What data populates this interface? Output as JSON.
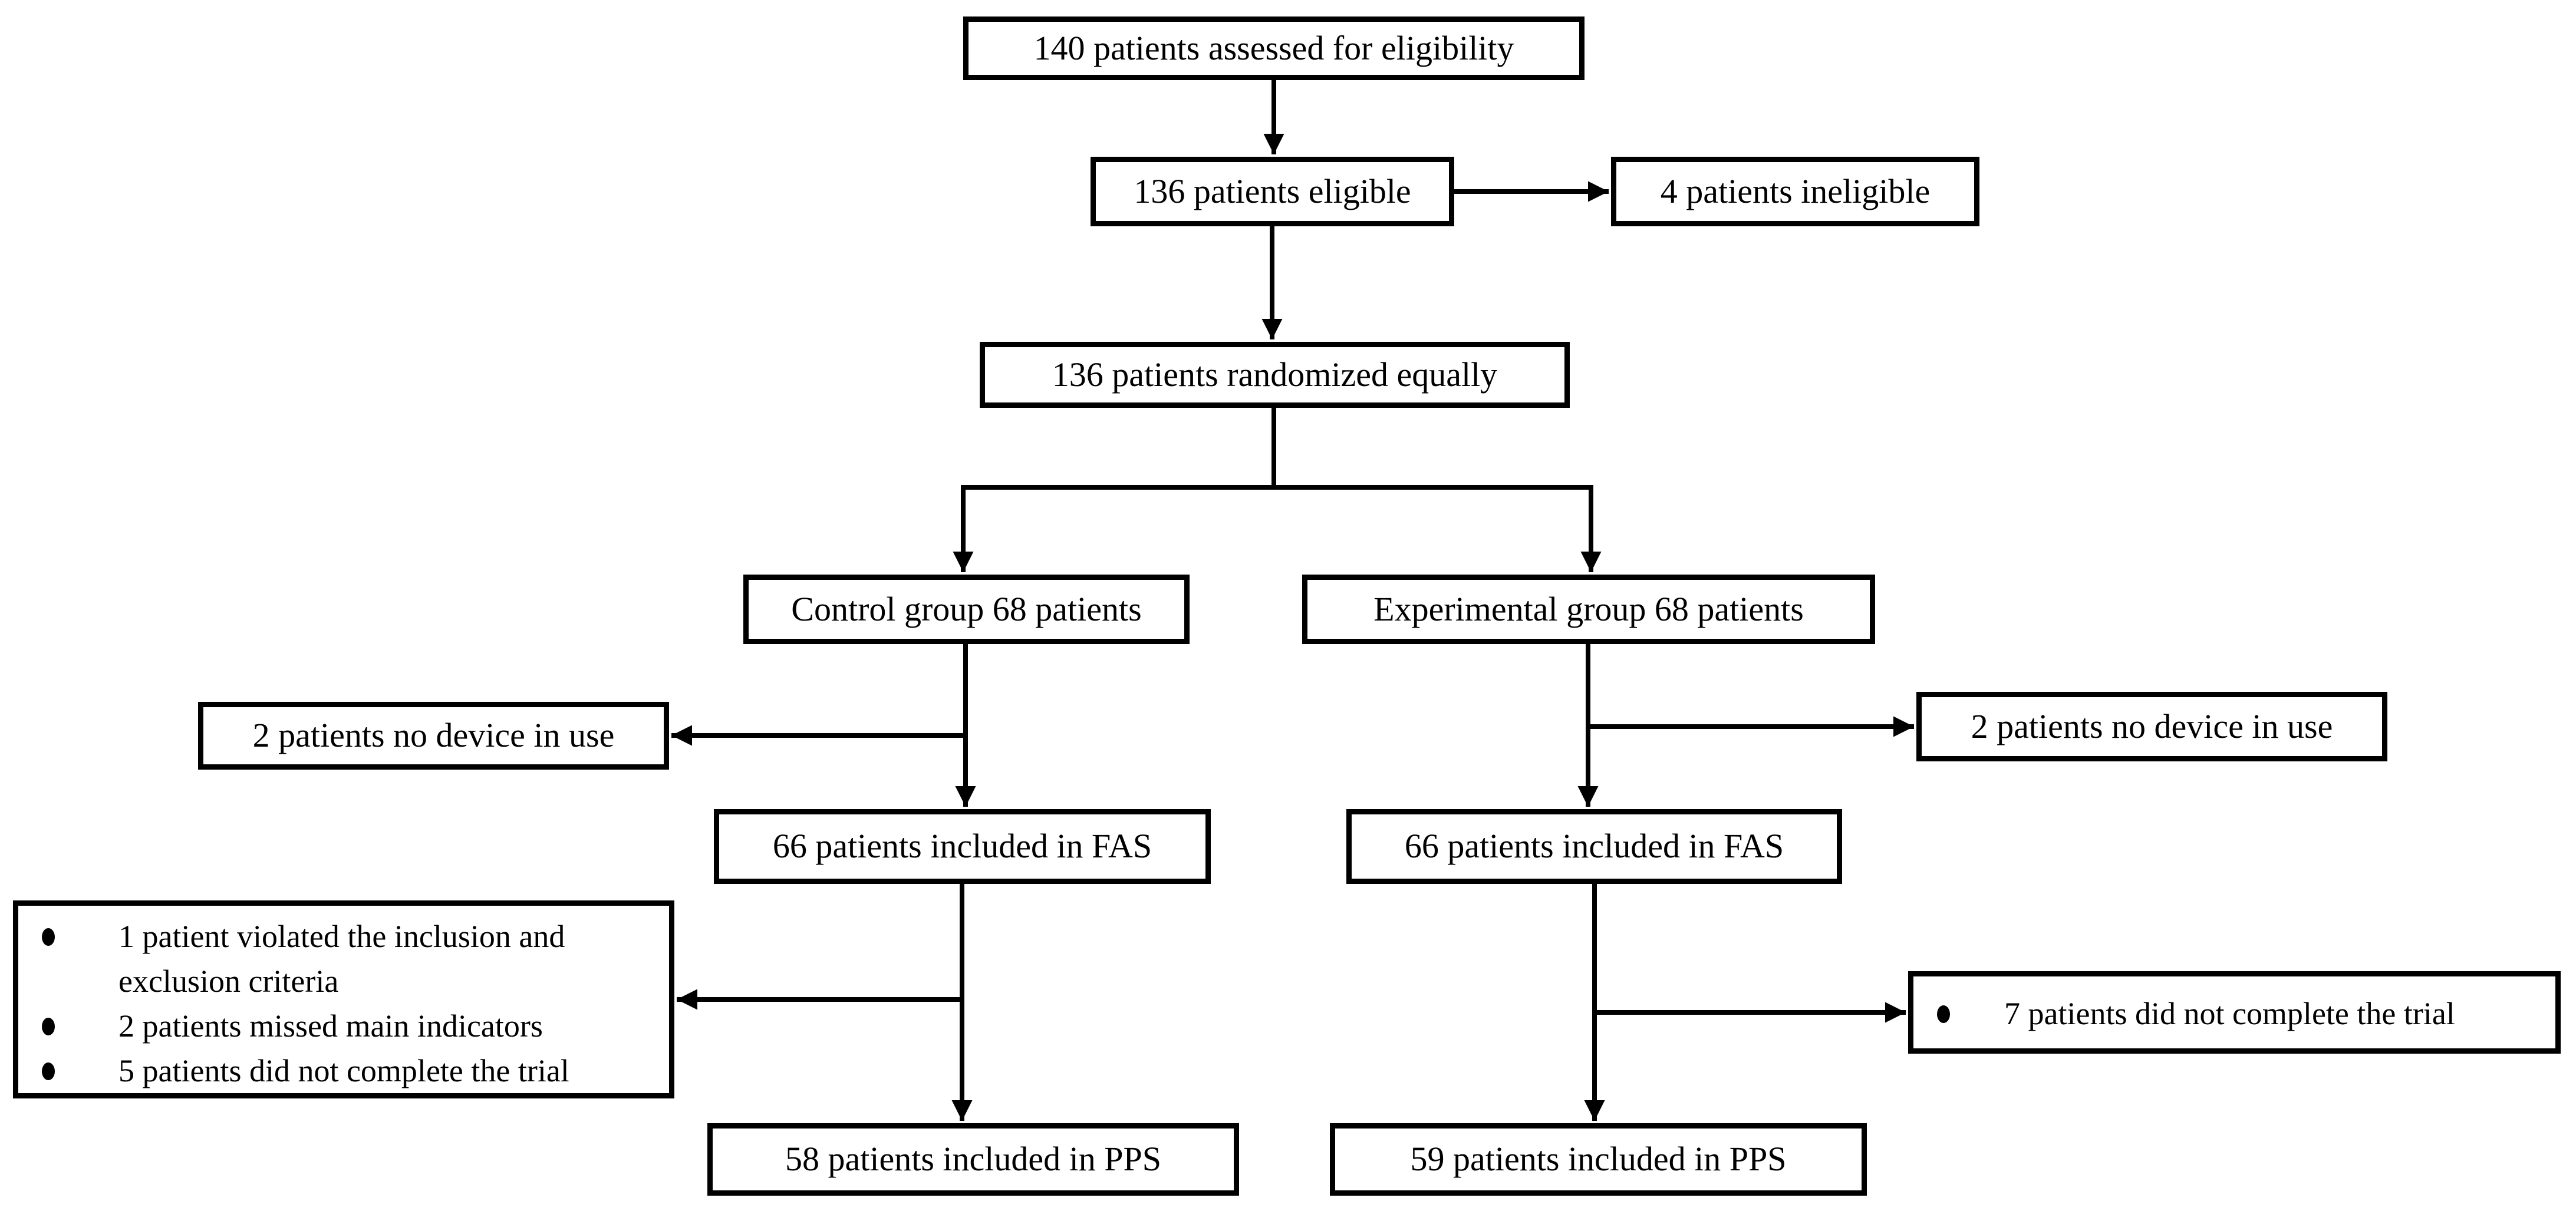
{
  "diagram": {
    "type": "patient-flow-consort",
    "colors": {
      "background": "#ffffff",
      "box_fill": "#ffffff",
      "box_border": "#000000",
      "line": "#000000",
      "text": "#000000"
    },
    "boxes": {
      "assessed": "140 patients assessed for eligibility",
      "eligible": "136 patients eligible",
      "ineligible": "4 patients ineligible",
      "randomized": "136 patients randomized equally",
      "control_group": "Control group 68 patients",
      "experimental_group": "Experimental group 68 patients",
      "control_no_device": "2 patients no device in use",
      "experimental_no_device": "2 patients no device in use",
      "control_fas": "66 patients included in FAS",
      "experimental_fas": "66 patients included in FAS",
      "control_exclusions": [
        "1 patient violated the inclusion and exclusion criteria",
        "2 patients missed main indicators",
        "5 patients did not complete the trial"
      ],
      "experimental_exclusions": [
        "7 patients did not complete the trial"
      ],
      "control_pps": "58 patients included in PPS",
      "experimental_pps": "59 patients included in PPS"
    }
  }
}
